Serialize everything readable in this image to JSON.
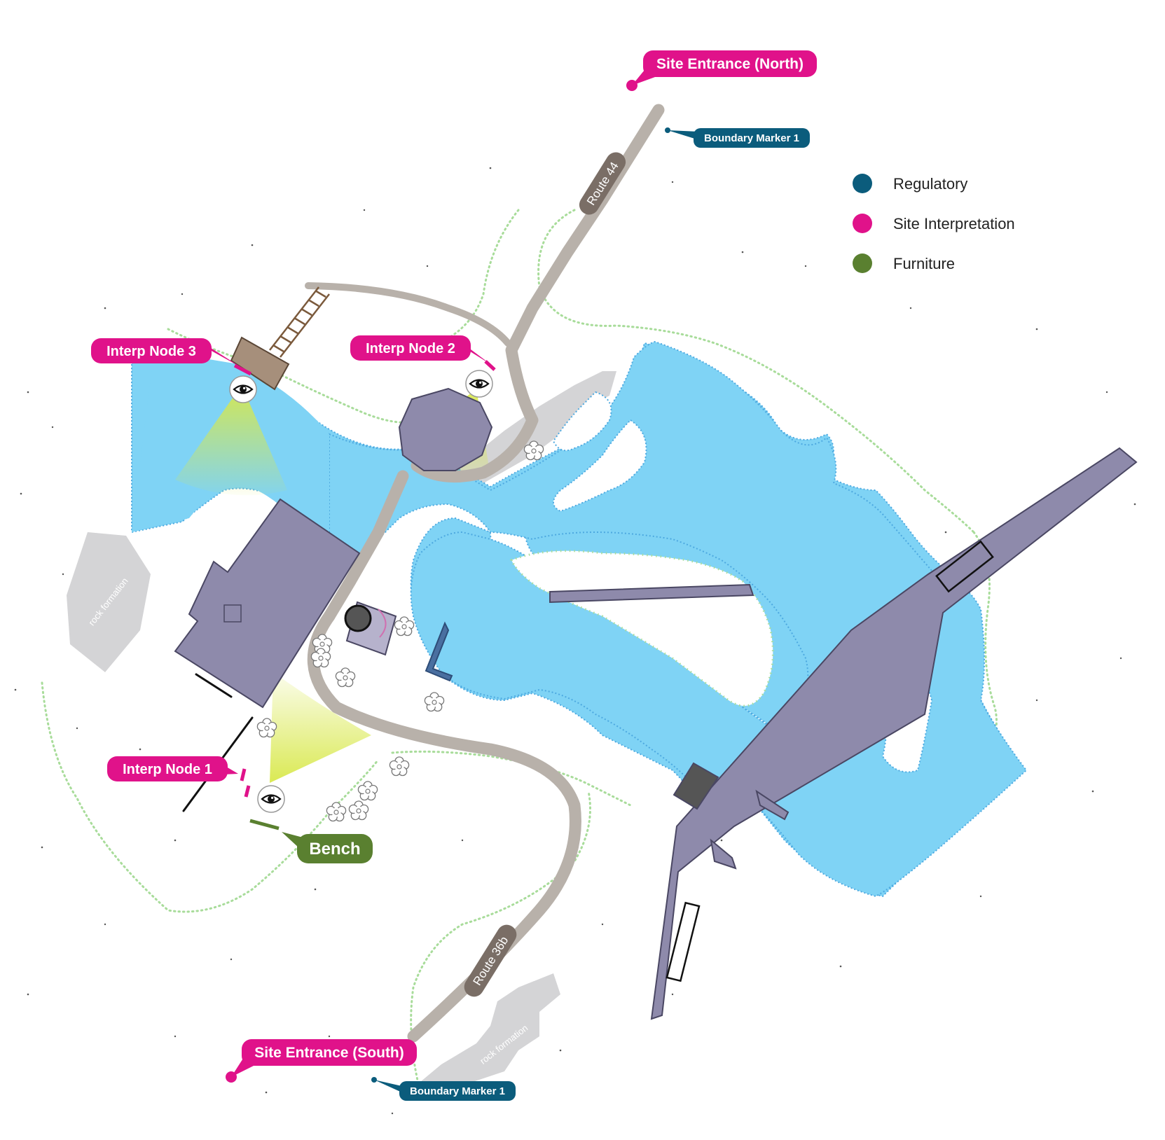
{
  "colors": {
    "water": "#7fd3f5",
    "water_edge": "#4da9e0",
    "structure": "#8e8aab",
    "structure_edge": "#4a4763",
    "road": "#b8b1aa",
    "rock": "#d4d4d6",
    "regulatory": "#0b5c7c",
    "interpretation": "#e0128a",
    "furniture": "#5a8030",
    "boundary_dots": "#a8dc9a",
    "viewshed": "#d8e84a",
    "road_label_bg": "#7a6e66"
  },
  "legend": [
    {
      "label": "Regulatory",
      "color": "#0b5c7c"
    },
    {
      "label": "Site Interpretation",
      "color": "#e0128a"
    },
    {
      "label": "Furniture",
      "color": "#5a8030"
    }
  ],
  "callouts": {
    "entrance_north": "Site Entrance (North)",
    "entrance_south": "Site Entrance (South)",
    "boundary_north": "Boundary Marker 1",
    "boundary_south": "Boundary Marker 1",
    "node1": "Interp Node 1",
    "node2": "Interp Node 2",
    "node3": "Interp Node 3",
    "bench": "Bench"
  },
  "roads": {
    "north": "Route 44",
    "south": "Route 36b"
  },
  "rocks": {
    "west": "rock formation",
    "center": "rock formation",
    "south": "rock formation"
  },
  "icons": {
    "viewpoint": "eye-icon",
    "flower": "flower-icon"
  }
}
